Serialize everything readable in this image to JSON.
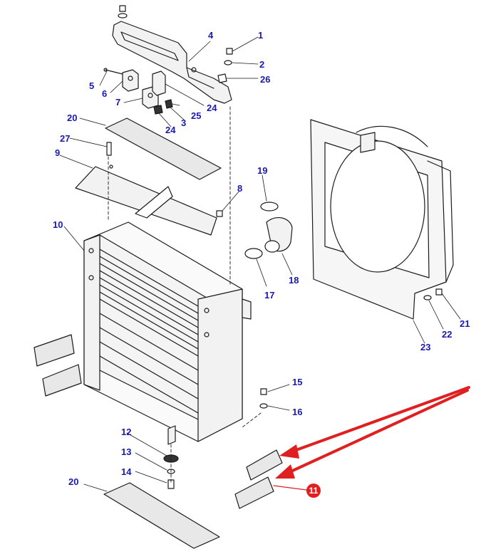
{
  "colors": {
    "line": "#1a1a1a",
    "label": "#1a1aa8",
    "arrow": "#e02020",
    "badge": "#e02020",
    "background": "#ffffff",
    "part_fill": "#f2f2f2",
    "foam_fill": "#e8e8e8"
  },
  "callouts": {
    "c1": "1",
    "c2": "2",
    "c3": "3",
    "c4": "4",
    "c5": "5",
    "c6": "6",
    "c7": "7",
    "c8": "8",
    "c9": "9",
    "c10": "10",
    "c12": "12",
    "c13": "13",
    "c14": "14",
    "c15": "15",
    "c16": "16",
    "c17": "17",
    "c18": "18",
    "c19": "19",
    "c20a": "20",
    "c20b": "20",
    "c21": "21",
    "c22": "22",
    "c23": "23",
    "c24a": "24",
    "c24b": "24",
    "c25": "25",
    "c26": "26",
    "c27": "27"
  },
  "highlight": {
    "badge_label": "11"
  }
}
